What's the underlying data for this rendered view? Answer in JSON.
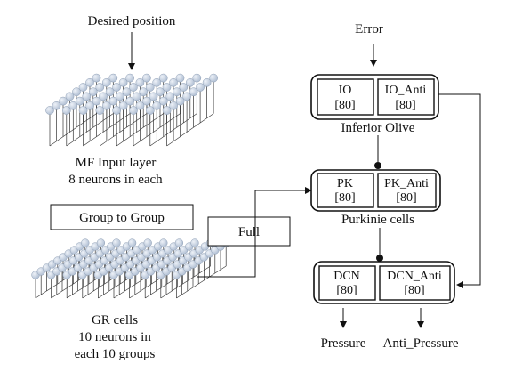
{
  "left": {
    "desired_position": "Desired position",
    "mf_title": "MF Input layer",
    "mf_sub": "8 neurons in each",
    "group_to_group": "Group to Group",
    "full": "Full",
    "gr_title": "GR cells",
    "gr_sub1": "10 neurons in",
    "gr_sub2": "each 10 groups"
  },
  "right": {
    "error": "Error",
    "io": {
      "name": "IO",
      "size": "[80]"
    },
    "io_anti": {
      "name": "IO_Anti",
      "size": "[80]"
    },
    "io_label": "Inferior Olive",
    "pk": {
      "name": "PK",
      "size": "[80]"
    },
    "pk_anti": {
      "name": "PK_Anti",
      "size": "[80]"
    },
    "pk_label": "Purkinie cells",
    "dcn": {
      "name": "DCN",
      "size": "[80]"
    },
    "dcn_anti": {
      "name": "DCN_Anti",
      "size": "[80]"
    },
    "pressure": "Pressure",
    "anti_pressure": "Anti_Pressure"
  },
  "colors": {
    "line": "#111111",
    "neuron": "#c3cfe0",
    "neuron_edge": "#8f9fb5"
  }
}
